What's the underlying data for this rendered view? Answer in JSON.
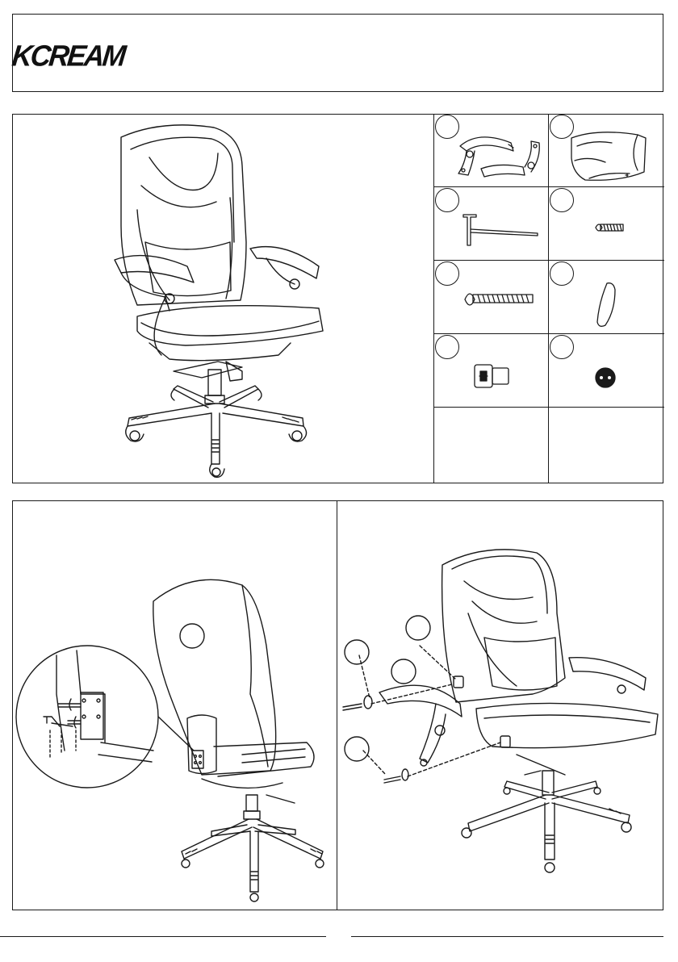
{
  "header": {
    "brand": "KCREAM"
  },
  "parts_grid": {
    "columns": 2,
    "rows": 5,
    "filled_cells": 8
  },
  "colors": {
    "line": "#1a1a1a",
    "paper": "#ffffff"
  }
}
